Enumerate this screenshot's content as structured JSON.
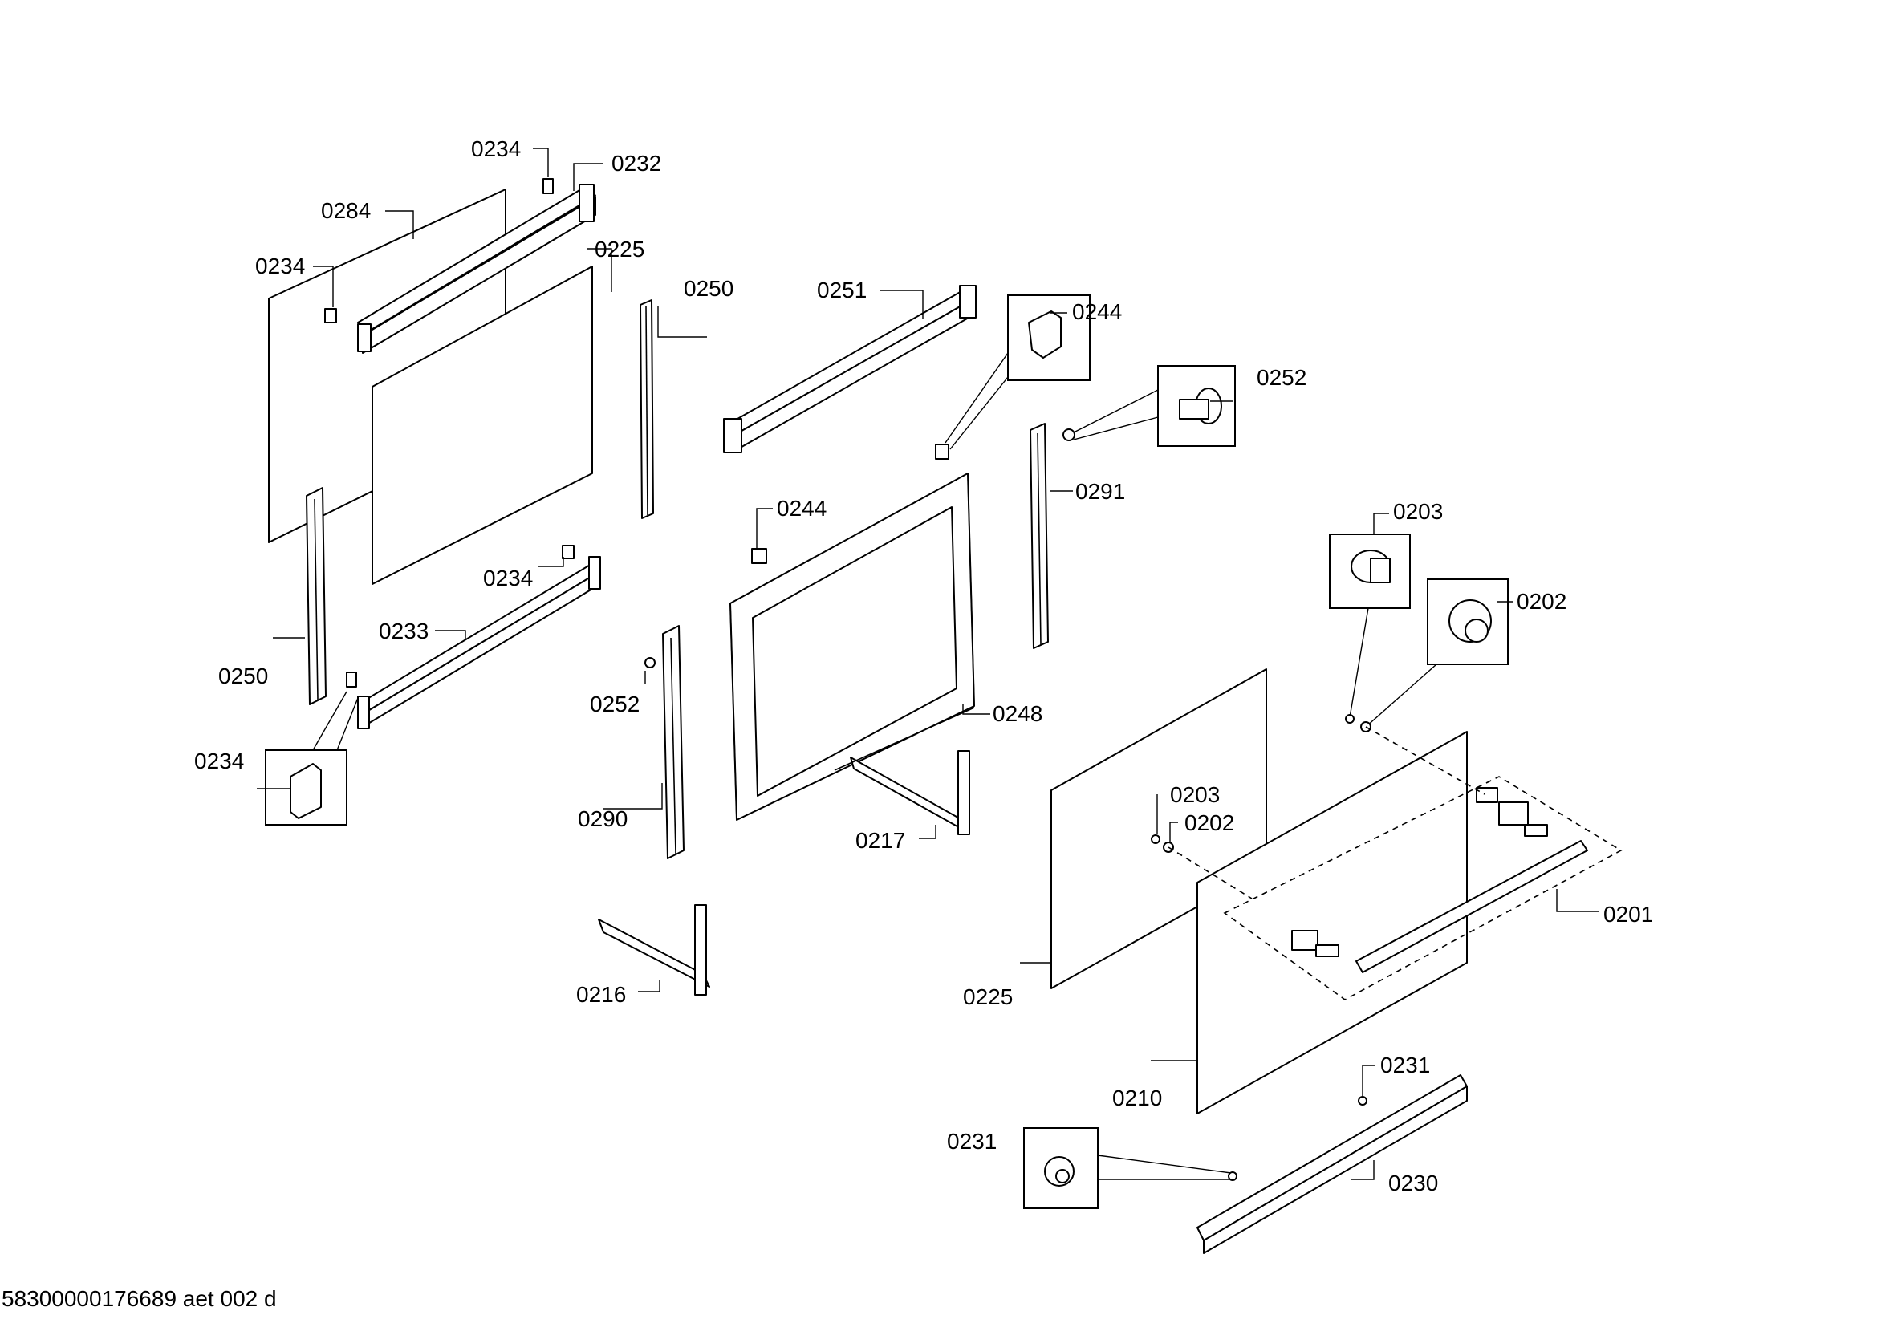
{
  "drawing_id": "58300000176689 aet 002 d",
  "labels": {
    "l_0234_a": "0234",
    "l_0232": "0232",
    "l_0284": "0284",
    "l_0234_b": "0234",
    "l_0225_a": "0225",
    "l_0250_a": "0250",
    "l_0251": "0251",
    "l_0244_a": "0244",
    "l_0252_a": "0252",
    "l_0244_b": "0244",
    "l_0291": "0291",
    "l_0203_a": "0203",
    "l_0202_a": "0202",
    "l_0234_c": "0234",
    "l_0233": "0233",
    "l_0250_b": "0250",
    "l_0252_b": "0252",
    "l_0248": "0248",
    "l_0234_d": "0234",
    "l_0203_b": "0203",
    "l_0202_b": "0202",
    "l_0290": "0290",
    "l_0217": "0217",
    "l_0201": "0201",
    "l_0216": "0216",
    "l_0225_b": "0225",
    "l_0210": "0210",
    "l_0231_a": "0231",
    "l_0231_b": "0231",
    "l_0230": "0230"
  }
}
